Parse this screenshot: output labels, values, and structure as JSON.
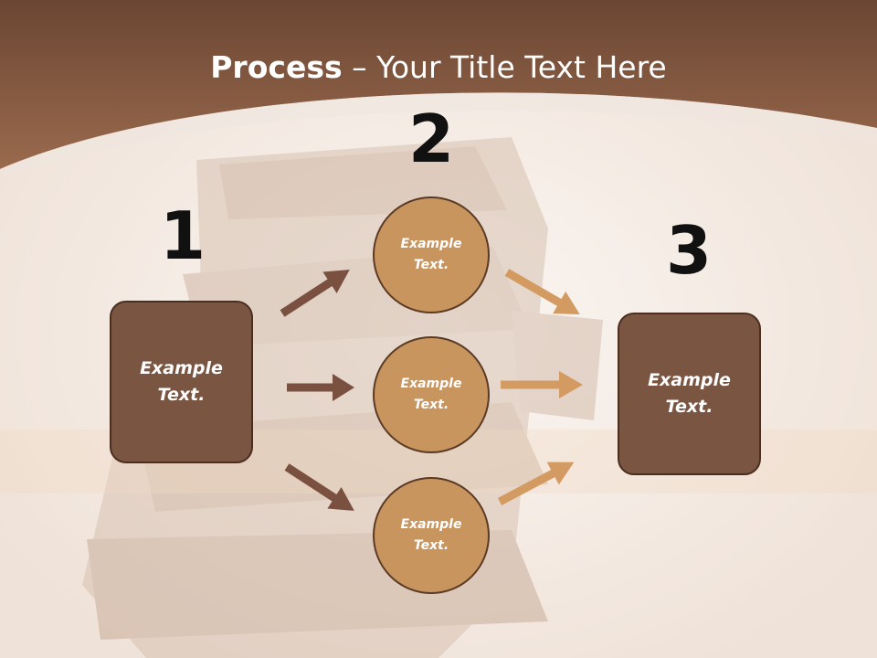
{
  "title": {
    "bold": "Process",
    "rest": " – Your Title Text Here"
  },
  "steps": {
    "one": "1",
    "two": "2",
    "three": "3"
  },
  "left_box": {
    "text": "Example Text."
  },
  "right_box": {
    "text": "Example Text."
  },
  "circles": [
    {
      "text": "Example Text."
    },
    {
      "text": "Example Text."
    },
    {
      "text": "Example Text."
    }
  ],
  "colors": {
    "header_top": "#6b4633",
    "header_bottom": "#9a6a4d",
    "box_fill": "#7a5541",
    "circle_fill": "#c9955f",
    "arrow_dark": "#7a5040",
    "arrow_light": "#d39a62"
  }
}
